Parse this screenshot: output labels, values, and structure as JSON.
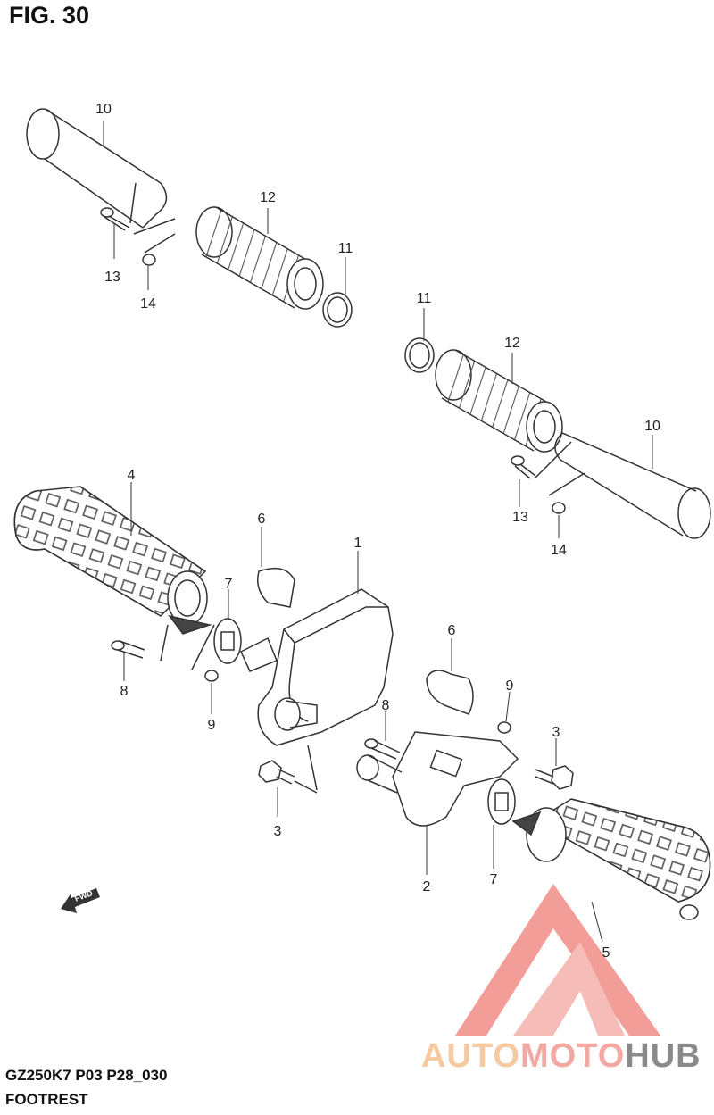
{
  "title": "FIG. 30",
  "model_code": "GZ250K7 P03 P28_030",
  "section_name": "FOOTREST",
  "fwd_label": "FWD",
  "watermark": {
    "part1": "AUTO",
    "part2": "MOTO",
    "part3": "HUB"
  },
  "colors": {
    "line": "#333333",
    "watermark_red": "#f08d86",
    "watermark_orange": "#f6c9a0",
    "watermark_gray": "#8a8a8a"
  },
  "callouts": [
    "10",
    "12",
    "11",
    "13",
    "14",
    "11",
    "12",
    "10",
    "13",
    "14",
    "4",
    "6",
    "1",
    "7",
    "8",
    "9",
    "6",
    "9",
    "8",
    "3",
    "3",
    "2",
    "7",
    "5"
  ]
}
